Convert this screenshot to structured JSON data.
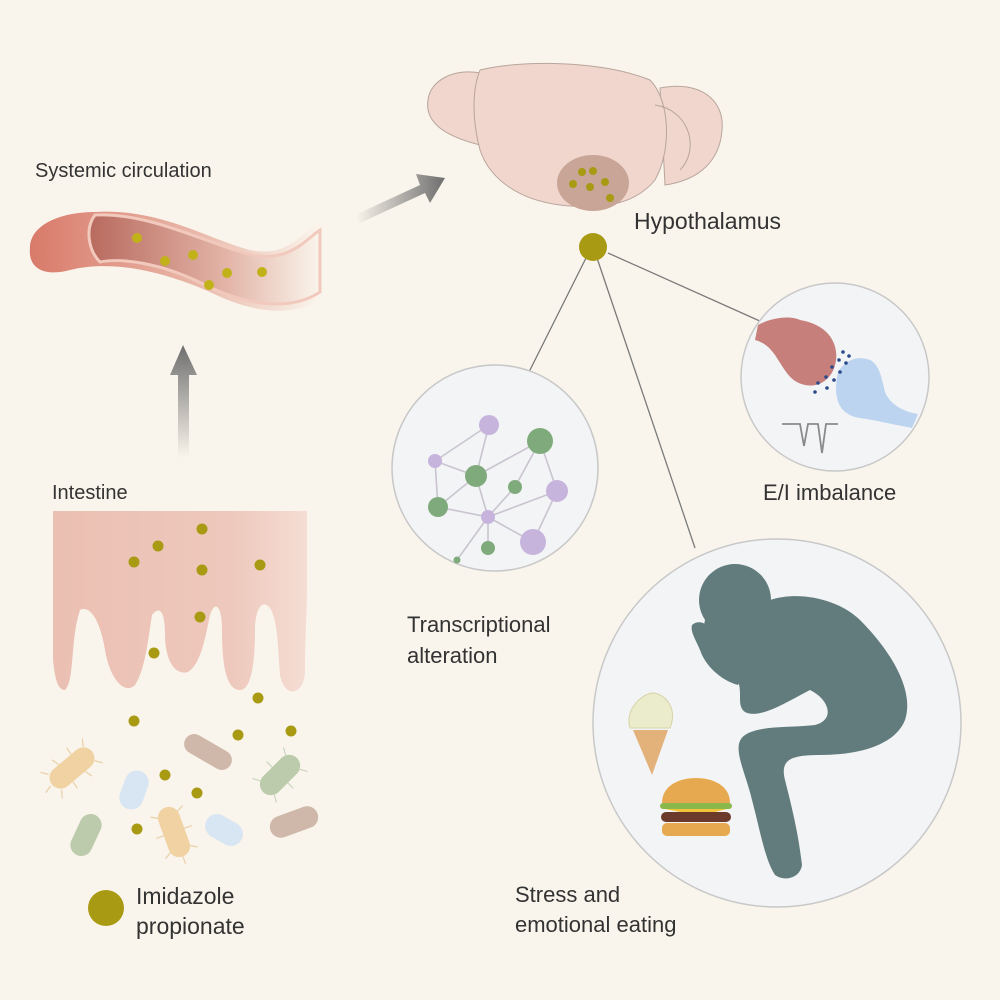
{
  "labels": {
    "systemic_circulation": "Systemic circulation",
    "hypothalamus": "Hypothalamus",
    "intestine": "Intestine",
    "legend_line1": "Imidazole",
    "legend_line2": "propionate",
    "transcriptional_line1": "Transcriptional",
    "transcriptional_line2": "alteration",
    "ei_imbalance": "E/I imbalance",
    "stress_line1": "Stress and",
    "stress_line2": "emotional eating"
  },
  "colors": {
    "background": "#faf5ec",
    "metabolite": "#a89a12",
    "vessel": "#d97a6a",
    "vessel_inner": "#b86a5e",
    "brain": "#f0d6cc",
    "hypothalamus_region": "#c9a597",
    "intestine": "#edc3b6",
    "arrow": "#7a7a7a",
    "panel_circle": "#f3f4f6",
    "network_green": "#7fab7c",
    "network_purple": "#c7b4dd",
    "neuron_pre": "#c77f7c",
    "neuron_post": "#bcd4ef",
    "person": "#627c7d"
  },
  "flow": [
    {
      "from": "intestine",
      "to": "systemic circulation"
    },
    {
      "from": "systemic circulation",
      "to": "hypothalamus"
    }
  ],
  "outcomes": [
    "Transcriptional alteration",
    "E/I imbalance",
    "Stress and emotional eating"
  ]
}
